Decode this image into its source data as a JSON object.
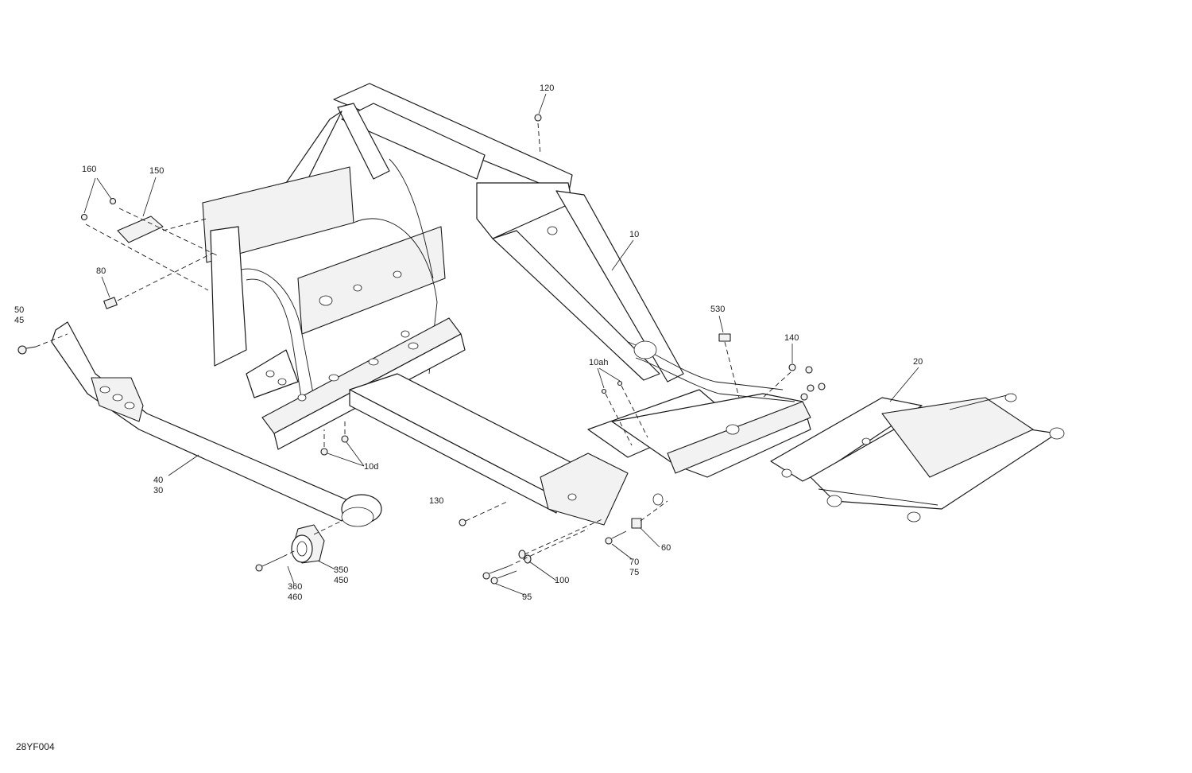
{
  "figure_id": "28YF004",
  "callouts": {
    "c120": "120",
    "c160": "160",
    "c150": "150",
    "c10": "10",
    "c80": "80",
    "c50": "50",
    "c45": "45",
    "c530": "530",
    "c140": "140",
    "c10ah": "10ah",
    "c20": "20",
    "c10d": "10d",
    "c40": "40",
    "c30": "30",
    "c130": "130",
    "c60": "60",
    "c350": "350",
    "c450": "450",
    "c70": "70",
    "c75": "75",
    "c360": "360",
    "c460": "460",
    "c100": "100",
    "c95": "95"
  }
}
